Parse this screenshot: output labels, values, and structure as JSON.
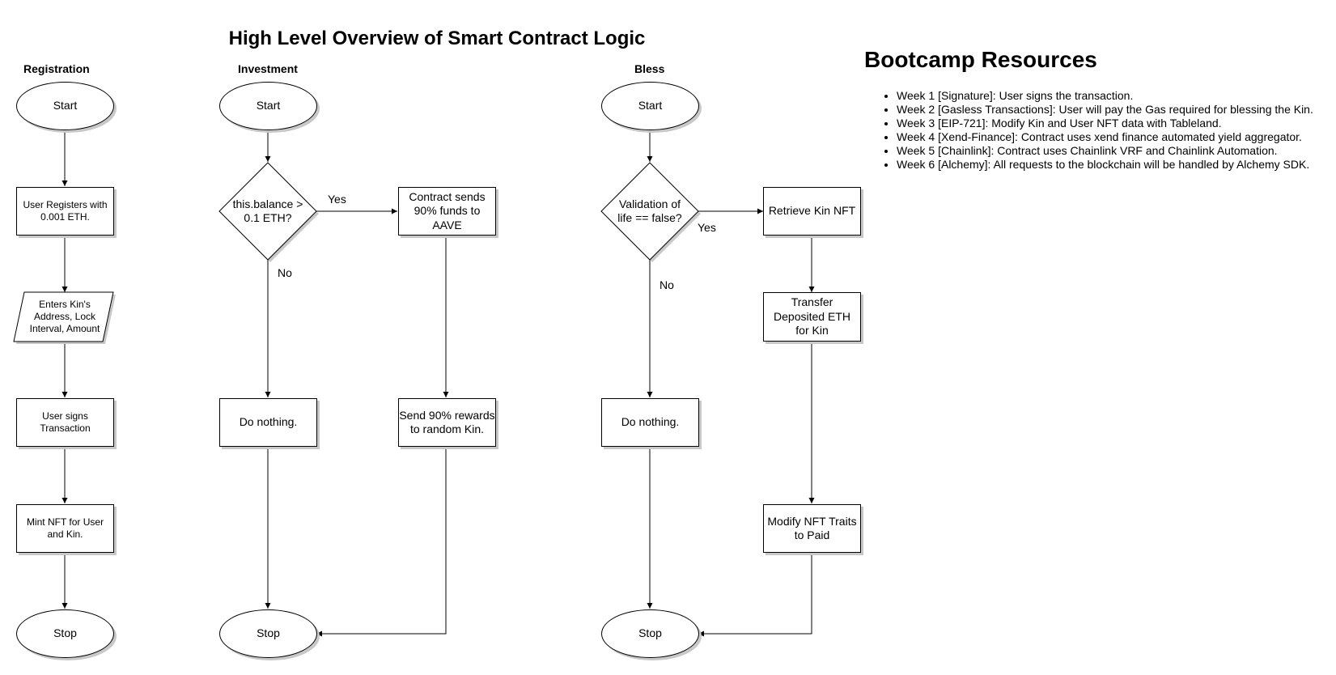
{
  "title": "High Level Overview of Smart Contract Logic",
  "columns": {
    "registration": {
      "label": "Registration",
      "start": "Start",
      "step1": "User Registers with 0.001 ETH.",
      "input": "Enters Kin's Address, Lock Interval, Amount",
      "step2": "User signs Transaction",
      "step3": "Mint NFT for User and Kin.",
      "stop": "Stop"
    },
    "investment": {
      "label": "Investment",
      "start": "Start",
      "decision": "this.balance > 0.1 ETH?",
      "yes": "Yes",
      "no": "No",
      "yes_step": "Contract sends 90% funds to AAVE",
      "yes_step2": "Send 90% rewards to random Kin.",
      "no_step": "Do nothing.",
      "stop": "Stop"
    },
    "bless": {
      "label": "Bless",
      "start": "Start",
      "decision": "Validation of life == false?",
      "yes": "Yes",
      "no": "No",
      "yes_step": "Retrieve Kin NFT",
      "yes_step2": "Transfer Deposited ETH for Kin",
      "yes_step3": "Modify NFT Traits to Paid",
      "no_step": "Do nothing.",
      "stop": "Stop"
    }
  },
  "resources": {
    "title": "Bootcamp Resources",
    "items": [
      "Week 1 [Signature]: User signs the transaction.",
      "Week 2 [Gasless Transactions]: User will pay the Gas required for blessing the Kin.",
      "Week 3 [EIP-721]: Modify Kin and User NFT data with Tableland.",
      "Week 4 [Xend-Finance]: Contract uses xend finance automated yield aggregator.",
      "Week 5 [Chainlink]: Contract uses Chainlink VRF and Chainlink Automation.",
      "Week 6 [Alchemy]: All requests to the blockchain will be handled by Alchemy SDK."
    ]
  }
}
